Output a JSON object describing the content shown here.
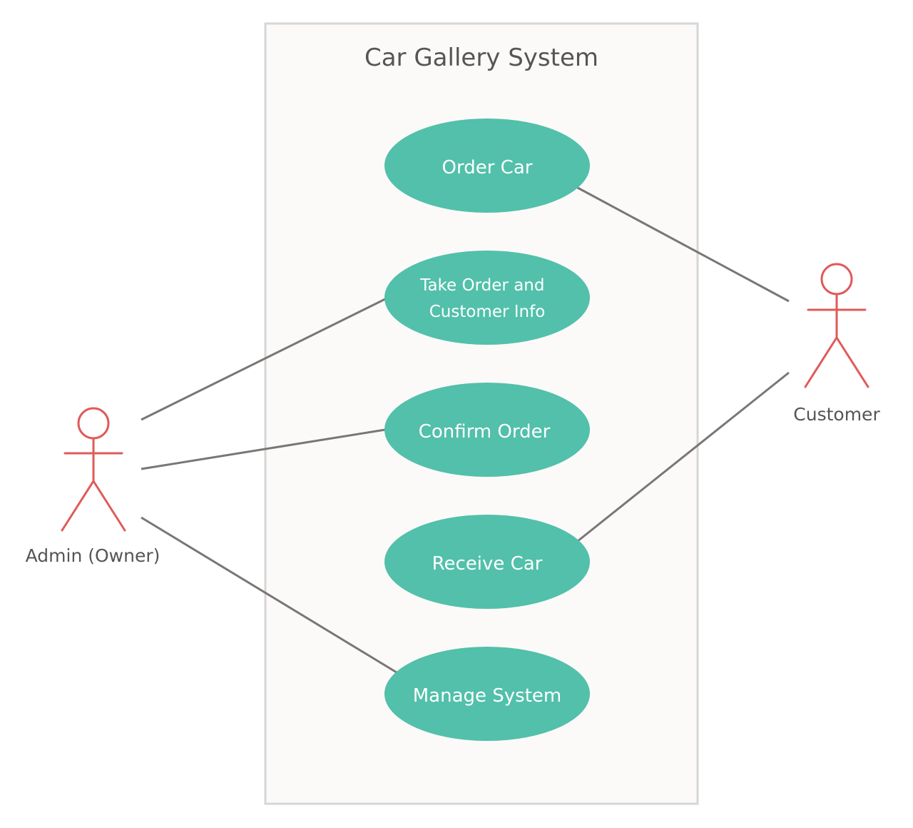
{
  "system": {
    "title": "Car Gallery System"
  },
  "actors": {
    "admin": {
      "label": "Admin (Owner)"
    },
    "customer": {
      "label": "Customer"
    }
  },
  "use_cases": {
    "order_car": {
      "label": "Order Car"
    },
    "take_order": {
      "line1": "Take Order and",
      "line2": "Customer Info"
    },
    "confirm_order": {
      "label": "Confirm Order"
    },
    "receive_car": {
      "label": "Receive Car"
    },
    "manage_system": {
      "label": "Manage System"
    }
  },
  "colors": {
    "actor": "#E05A5A",
    "use_case_fill": "#52C0AA",
    "connector": "#7A7676",
    "system_border": "#D6D6D6",
    "system_fill": "#FBFAF8",
    "title_text": "#555555",
    "use_case_text": "#FFFFFF"
  }
}
